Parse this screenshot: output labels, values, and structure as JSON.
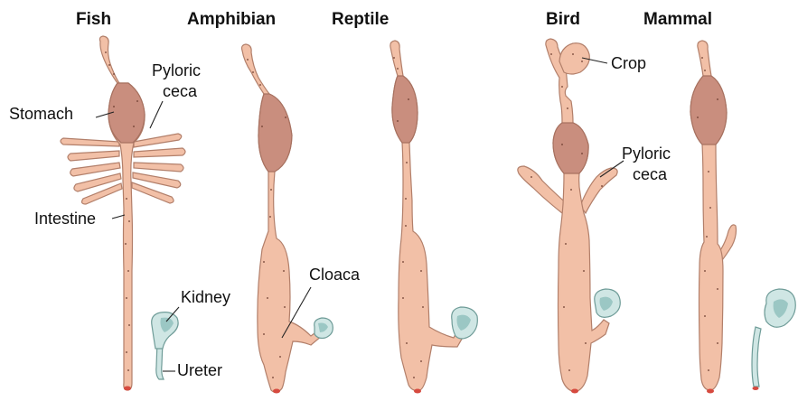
{
  "titles": {
    "fish": "Fish",
    "amphibian": "Amphibian",
    "reptile": "Reptile",
    "bird": "Bird",
    "mammal": "Mammal"
  },
  "labels": {
    "stomach": "Stomach",
    "pyloric_ceca_fish_1": "Pyloric",
    "pyloric_ceca_fish_2": "ceca",
    "intestine": "Intestine",
    "kidney": "Kidney",
    "ureter": "Ureter",
    "cloaca": "Cloaca",
    "crop": "Crop",
    "pyloric_ceca_bird_1": "Pyloric",
    "pyloric_ceca_bird_2": "ceca"
  },
  "colors": {
    "gut": "#f2c0a7",
    "stomach": "#c98e7e",
    "kidney": "#cfe6e4",
    "vent": "#d64a3f"
  }
}
